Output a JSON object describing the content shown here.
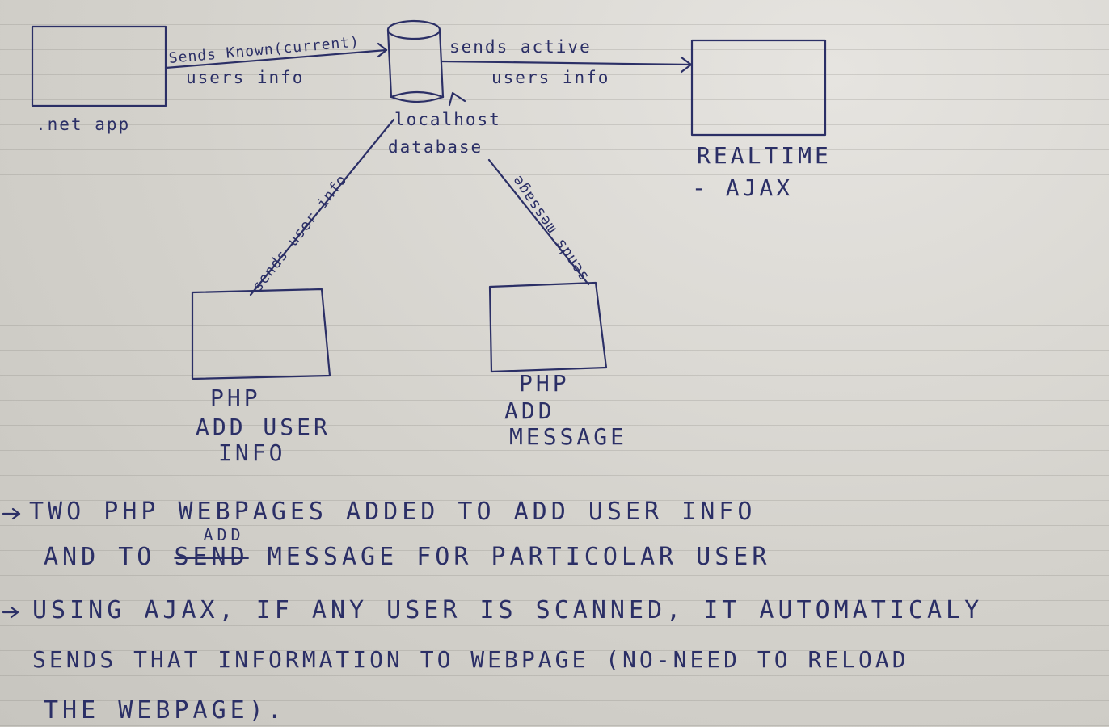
{
  "nodes": {
    "net_app": ".net app",
    "db_line1": "localhost",
    "db_line2": "database",
    "realtime_line1": "REALTIME",
    "realtime_line2": "- AJAX",
    "php_user_line1": "PHP",
    "php_user_line2": "ADD USER",
    "php_user_line3": "INFO",
    "php_msg_line1": "PHP",
    "php_msg_line2": "ADD",
    "php_msg_line3": "MESSAGE"
  },
  "edges": {
    "net_to_db_line1": "Sends Known(current)",
    "net_to_db_line2": "users info",
    "db_to_realtime_line1": "sends active",
    "db_to_realtime_line2": "users info",
    "user_to_db": "sends user info",
    "msg_to_db": "sends message"
  },
  "notes": {
    "line1": "TWO PHP WEBPAGES ADDED TO ADD USER INFO",
    "line2_before": "AND TO",
    "line2_struck": "SEND",
    "line2_insert": "ADD",
    "line2_after": "MESSAGE FOR PARTICOLAR USER",
    "line3": "USING AJAX, IF ANY USER IS SCANNED, IT AUTOMATICALY",
    "line4": "SENDS THAT INFORMATION TO WEBPAGE (NO-NEED TO RELOAD",
    "line5": "THE WEBPAGE)."
  },
  "colors": {
    "ink": "#2b2f66",
    "paper": "#d6d4cf"
  }
}
